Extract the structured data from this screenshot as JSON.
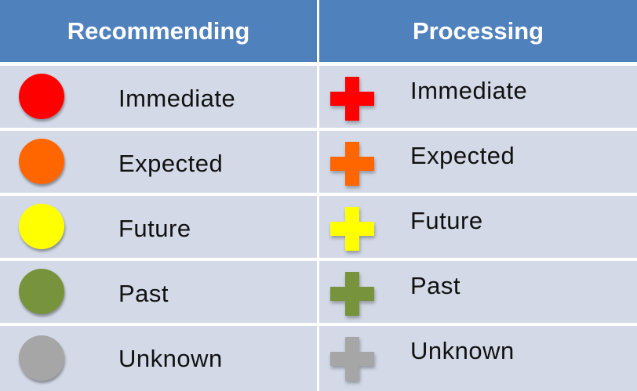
{
  "headers": {
    "recommending": "Recommending",
    "processing": "Processing"
  },
  "recommending_rows": [
    {
      "label": "Immediate",
      "color": "#ff0000",
      "icon": "red-circle-icon"
    },
    {
      "label": "Expected",
      "color": "#ff6600",
      "icon": "orange-circle-icon"
    },
    {
      "label": "Future",
      "color": "#ffff00",
      "icon": "yellow-circle-icon"
    },
    {
      "label": "Past",
      "color": "#77933c",
      "icon": "green-circle-icon"
    },
    {
      "label": "Unknown",
      "color": "#a6a6a6",
      "icon": "gray-circle-icon"
    }
  ],
  "processing_rows": [
    {
      "label": "Immediate",
      "color": "#ff0000",
      "icon": "red-cross-icon"
    },
    {
      "label": "Expected",
      "color": "#ff6600",
      "icon": "orange-cross-icon"
    },
    {
      "label": "Future",
      "color": "#ffff00",
      "icon": "yellow-cross-icon"
    },
    {
      "label": "Past",
      "color": "#77933c",
      "icon": "green-cross-icon"
    },
    {
      "label": "Unknown",
      "color": "#a6a6a6",
      "icon": "gray-cross-icon"
    }
  ]
}
